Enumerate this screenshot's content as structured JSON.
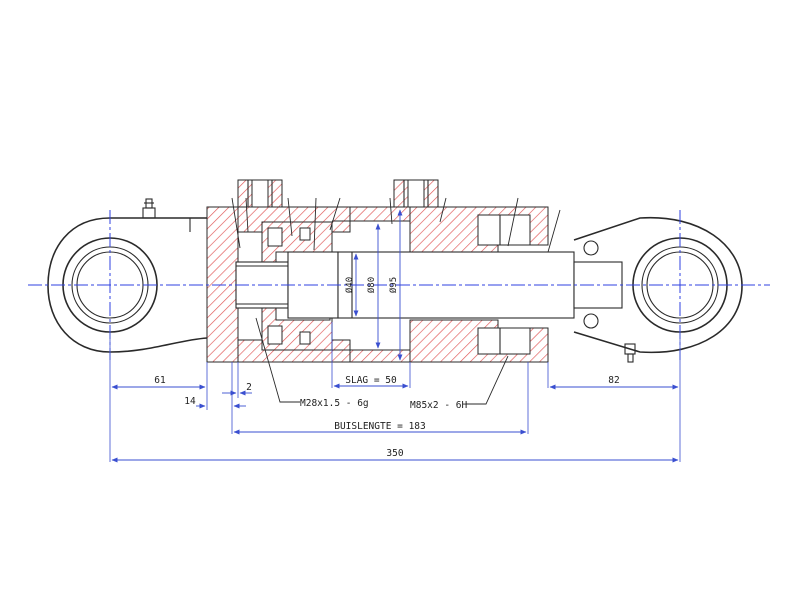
{
  "colors": {
    "hatch": "#e05555",
    "outline": "#2a2a2a",
    "dimension": "#3a4fd0",
    "centerline": "#2f40e0",
    "background": "#ffffff"
  },
  "dimensions": {
    "left_eye_offset": "61",
    "gap_14": "14",
    "gap_2": "2",
    "right_eye_offset": "82",
    "stroke": "SLAG = 50",
    "tube_length": "BUISLENGTE = 183",
    "overall_length": "350"
  },
  "diameters": {
    "rod": "Ø40",
    "piston": "Ø80",
    "tube": "Ø95"
  },
  "threads": {
    "rod_thread": "M28x1.5 - 6g",
    "head_thread": "M85x2 - 6H"
  }
}
